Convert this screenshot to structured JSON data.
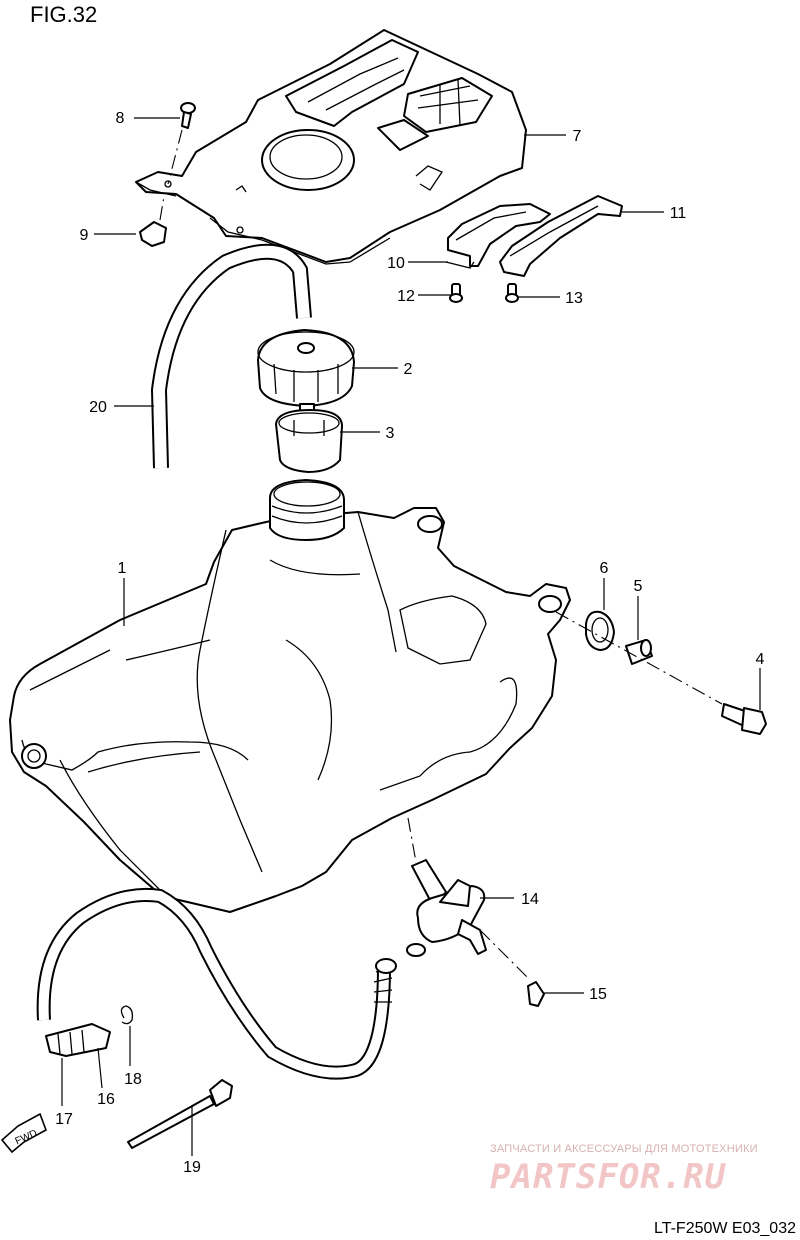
{
  "header": {
    "figure_label": "FIG.32"
  },
  "footer": {
    "model_code": "LT-F250W E03_032"
  },
  "watermark": {
    "caption": "ЗАПЧАСТИ И АКСЕССУАРЫ ДЛЯ МОТОТЕХНИКИ",
    "logo": "PARTSFOR.RU",
    "color": "#f2c6c6"
  },
  "direction_badge": "FWD",
  "callouts": {
    "p1": "1",
    "p2": "2",
    "p3": "3",
    "p4": "4",
    "p5": "5",
    "p6": "6",
    "p7": "7",
    "p8": "8",
    "p9": "9",
    "p10": "10",
    "p11": "11",
    "p12": "12",
    "p13": "13",
    "p14": "14",
    "p15": "15",
    "p16": "16",
    "p17": "17",
    "p18": "18",
    "p19": "19",
    "p20": "20"
  }
}
